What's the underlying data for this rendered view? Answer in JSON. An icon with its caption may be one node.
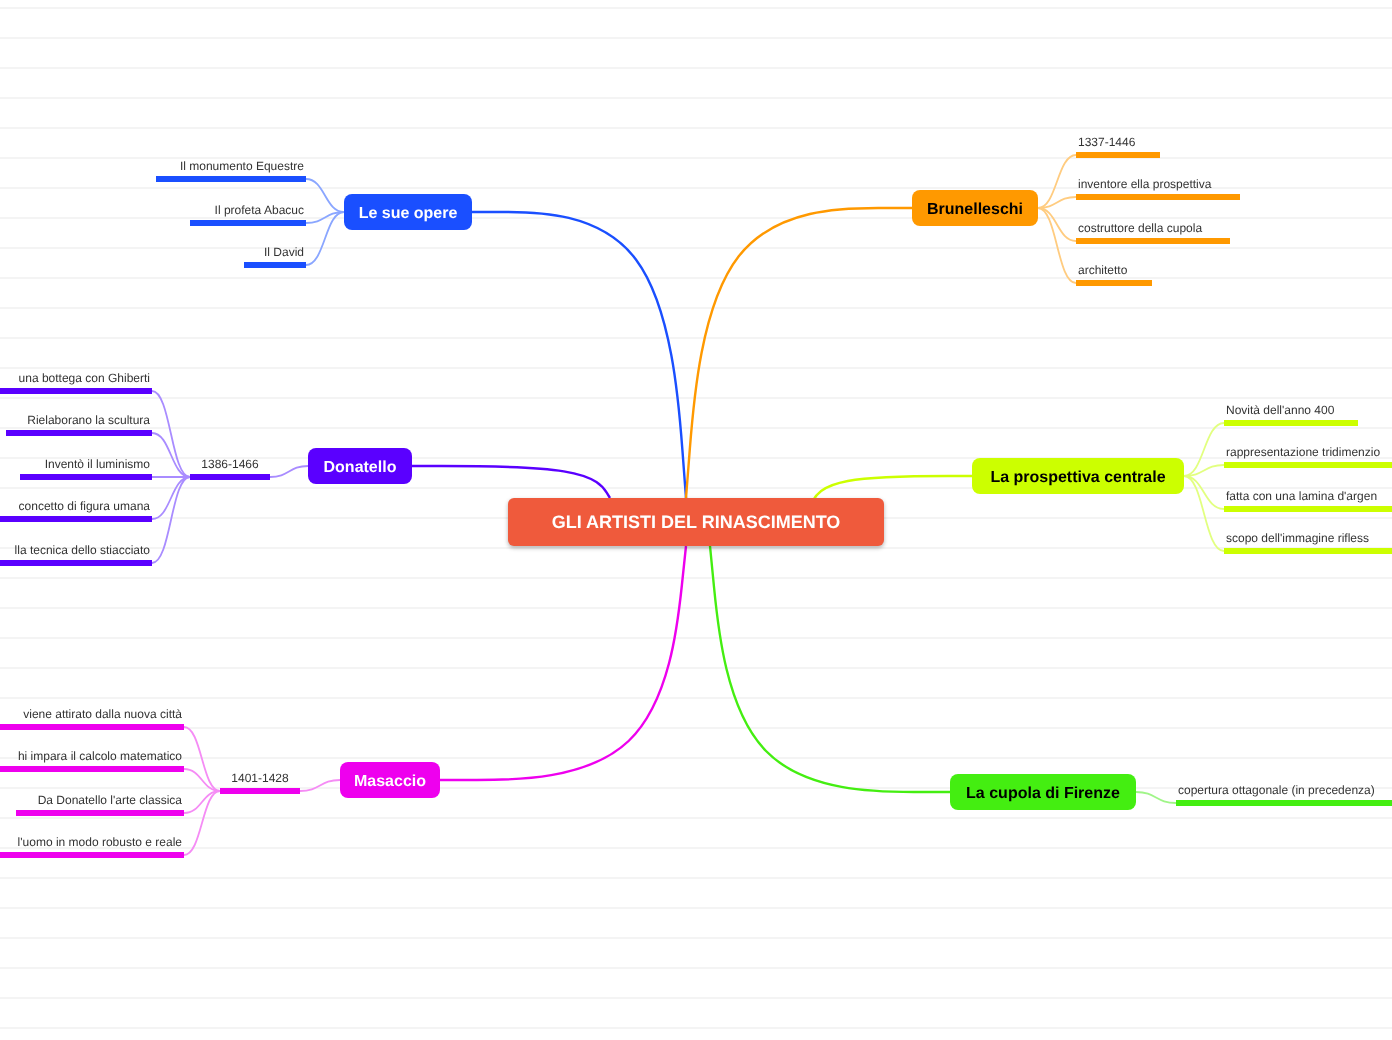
{
  "diagram": {
    "nodes": [
      {
        "text": [
          "GLI ARTISTI DEL RINASCIMENTO"
        ]
      },
      {
        "text": [
          "Le sue opere"
        ]
      },
      {
        "text": [
          "Il monumento Equestre"
        ]
      },
      {
        "text": [
          "Il profeta Abacuc"
        ]
      },
      {
        "text": [
          "Il David"
        ]
      },
      {
        "text": [
          "Donatello"
        ]
      },
      {
        "text": [
          "1386-1466"
        ]
      },
      {
        "text": [
          "una bottega con Ghiberti"
        ]
      },
      {
        "text": [
          "Rielaborano la scultura"
        ]
      },
      {
        "text": [
          "Inventò il luminismo"
        ]
      },
      {
        "text": [
          "concetto di figura umana"
        ]
      },
      {
        "text": [
          "lla tecnica dello stiacciato"
        ]
      },
      {
        "text": [
          "Masaccio"
        ]
      },
      {
        "text": [
          "1401-1428"
        ]
      },
      {
        "text": [
          "viene attirato dalla nuova città"
        ]
      },
      {
        "text": [
          "hi impara il calcolo matematico"
        ]
      },
      {
        "text": [
          "Da Donatello l'arte classica"
        ]
      },
      {
        "text": [
          "l'uomo in modo robusto e reale"
        ]
      },
      {
        "text": [
          "Brunelleschi"
        ]
      },
      {
        "text": [
          "1337-1446"
        ]
      },
      {
        "text": [
          "inventore ella prospettiva"
        ]
      },
      {
        "text": [
          "costruttore della cupola"
        ]
      },
      {
        "text": [
          "architetto"
        ]
      },
      {
        "text": [
          "La prospettiva centrale"
        ]
      },
      {
        "text": [
          "Novità dell'anno 400"
        ]
      },
      {
        "text": [
          "rappresentazione tridimenzio"
        ]
      },
      {
        "text": [
          "fatta con una lamina d'argen"
        ]
      },
      {
        "text": [
          "scopo dell'immagine rifless"
        ]
      },
      {
        "text": [
          "La cupola di Firenze"
        ]
      },
      {
        "text": [
          "copertura ottagonale (in precedenza)"
        ]
      }
    ],
    "edges": [
      {
        "from": 0,
        "to": 1,
        "arrow": "none",
        "color": "#1a4fff"
      },
      {
        "from": 1,
        "to": 2,
        "arrow": "none",
        "color": "#8aa6ff"
      },
      {
        "from": 1,
        "to": 3,
        "arrow": "none",
        "color": "#8aa6ff"
      },
      {
        "from": 1,
        "to": 4,
        "arrow": "none",
        "color": "#8aa6ff"
      },
      {
        "from": 0,
        "to": 5,
        "arrow": "none",
        "color": "#5a00ff"
      },
      {
        "from": 5,
        "to": 6,
        "arrow": "none",
        "color": "#a98cff"
      },
      {
        "from": 6,
        "to": 7,
        "arrow": "none",
        "color": "#a98cff"
      },
      {
        "from": 6,
        "to": 8,
        "arrow": "none",
        "color": "#a98cff"
      },
      {
        "from": 6,
        "to": 9,
        "arrow": "none",
        "color": "#a98cff"
      },
      {
        "from": 6,
        "to": 10,
        "arrow": "none",
        "color": "#a98cff"
      },
      {
        "from": 6,
        "to": 11,
        "arrow": "none",
        "color": "#a98cff"
      },
      {
        "from": 0,
        "to": 12,
        "arrow": "none",
        "color": "#ee00ee"
      },
      {
        "from": 12,
        "to": 13,
        "arrow": "none",
        "color": "#f58cf5"
      },
      {
        "from": 13,
        "to": 14,
        "arrow": "none",
        "color": "#f58cf5"
      },
      {
        "from": 13,
        "to": 15,
        "arrow": "none",
        "color": "#f58cf5"
      },
      {
        "from": 13,
        "to": 16,
        "arrow": "none",
        "color": "#f58cf5"
      },
      {
        "from": 13,
        "to": 17,
        "arrow": "none",
        "color": "#f58cf5"
      },
      {
        "from": 0,
        "to": 18,
        "arrow": "none",
        "color": "#ff9900"
      },
      {
        "from": 18,
        "to": 19,
        "arrow": "none",
        "color": "#ffcc80"
      },
      {
        "from": 18,
        "to": 20,
        "arrow": "none",
        "color": "#ffcc80"
      },
      {
        "from": 18,
        "to": 21,
        "arrow": "none",
        "color": "#ffcc80"
      },
      {
        "from": 18,
        "to": 22,
        "arrow": "none",
        "color": "#ffcc80"
      },
      {
        "from": 0,
        "to": 23,
        "arrow": "none",
        "color": "#ccff00"
      },
      {
        "from": 23,
        "to": 24,
        "arrow": "none",
        "color": "#e2ff80"
      },
      {
        "from": 23,
        "to": 25,
        "arrow": "none",
        "color": "#e2ff80"
      },
      {
        "from": 23,
        "to": 26,
        "arrow": "none",
        "color": "#e2ff80"
      },
      {
        "from": 23,
        "to": 27,
        "arrow": "none",
        "color": "#e2ff80"
      },
      {
        "from": 0,
        "to": 28,
        "arrow": "none",
        "color": "#44ee11"
      },
      {
        "from": 28,
        "to": 29,
        "arrow": "none",
        "color": "#a0f588"
      }
    ]
  }
}
